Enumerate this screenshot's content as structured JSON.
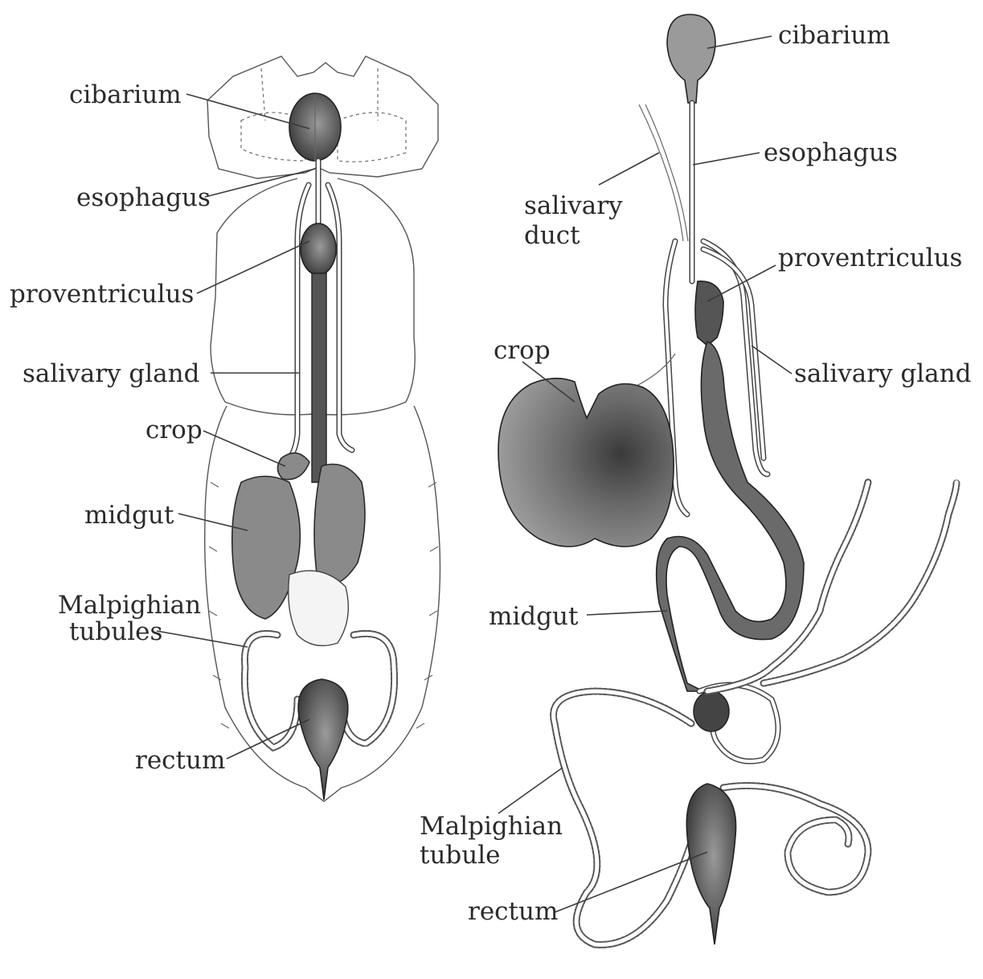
{
  "left_diagram": {
    "labels": {
      "cibarium": "cibarium",
      "esophagus": "esophagus",
      "proventriculus": "proventriculus",
      "salivary_gland": "salivary gland",
      "crop": "crop",
      "midgut": "midgut",
      "malpighian_line1": "Malpighian",
      "malpighian_line2": "tubules",
      "rectum": "rectum"
    }
  },
  "right_diagram": {
    "labels": {
      "cibarium": "cibarium",
      "esophagus": "esophagus",
      "salivary_duct_line1": "salivary",
      "salivary_duct_line2": "duct",
      "proventriculus": "proventriculus",
      "crop": "crop",
      "salivary_gland": "salivary gland",
      "midgut": "midgut",
      "malpighian_line1": "Malpighian",
      "malpighian_line2": "tubule",
      "rectum": "rectum"
    }
  }
}
